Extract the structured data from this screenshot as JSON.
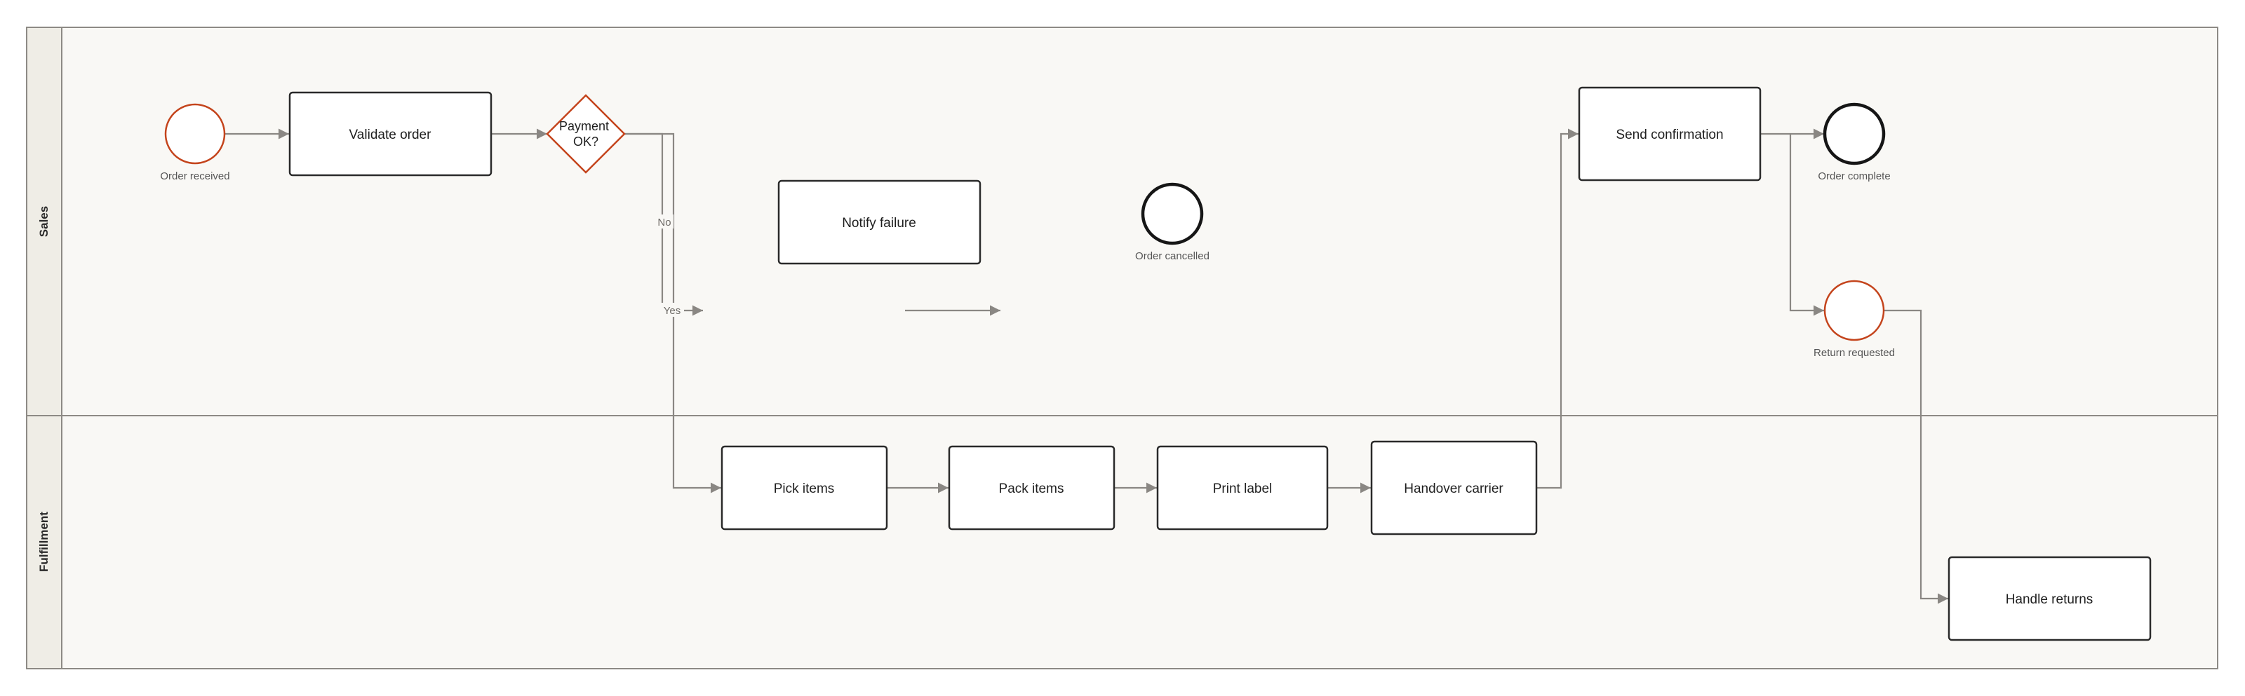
{
  "lanes": [
    {
      "id": "sales",
      "name": "Sales"
    },
    {
      "id": "fulfillment",
      "name": "Fulfillment"
    }
  ],
  "nodes": {
    "order_received": {
      "type": "start-event",
      "label": "Order received"
    },
    "validate_order": {
      "type": "task",
      "label": "Validate order"
    },
    "payment_ok": {
      "type": "gateway",
      "label_lines": [
        "Payment",
        "OK?"
      ]
    },
    "notify_failure": {
      "type": "task",
      "label": "Notify failure"
    },
    "order_cancelled": {
      "type": "end-event",
      "label": "Order cancelled"
    },
    "send_confirmation": {
      "type": "task",
      "label": "Send confirmation"
    },
    "order_complete": {
      "type": "end-event",
      "label": "Order complete"
    },
    "return_requested": {
      "type": "intermediate-event",
      "label": "Return requested"
    },
    "pick_items": {
      "type": "task",
      "label": "Pick items"
    },
    "pack_items": {
      "type": "task",
      "label": "Pack items"
    },
    "print_label": {
      "type": "task",
      "label": "Print label"
    },
    "handover_carrier": {
      "type": "task",
      "label": "Handover carrier"
    },
    "handle_returns": {
      "type": "task",
      "label": "Handle returns"
    }
  },
  "flows": {
    "no_label": "No",
    "yes_label": "Yes"
  },
  "colors": {
    "event_accent": "#c4441c",
    "end_event": "#161616",
    "lane_fill": "#f9f8f5",
    "flow": "#8a8783"
  }
}
